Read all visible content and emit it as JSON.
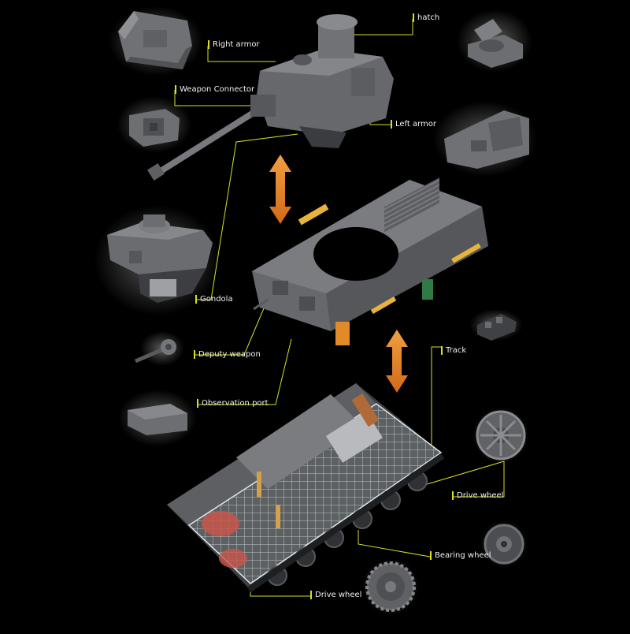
{
  "colors": {
    "background": "#000000",
    "leader_line": "#d8e020",
    "label_text": "#f2f2f2",
    "tank_body": "#6b6d70",
    "tank_dark": "#4a4c4f",
    "tank_light": "#8a8c90",
    "accent_orange": "#e08a2a",
    "accent_yellow": "#e6b43a",
    "accent_green": "#2f7a45",
    "transparent_frame": "#cfd6dc",
    "interior_red": "#c8564a"
  },
  "labels": {
    "hatch": "hatch",
    "right_armor": "Right armor",
    "weapon_connector": "Weapon Connector",
    "left_armor": "Left armor",
    "gondola": "Gondola",
    "deputy_weapon": "Deputy weapon",
    "track": "Track",
    "observation_port": "Observation port",
    "drive_wheel_top": "Drive wheel",
    "bearing_wheel": "Bearing wheel",
    "drive_wheel_bottom": "Drive wheel"
  }
}
